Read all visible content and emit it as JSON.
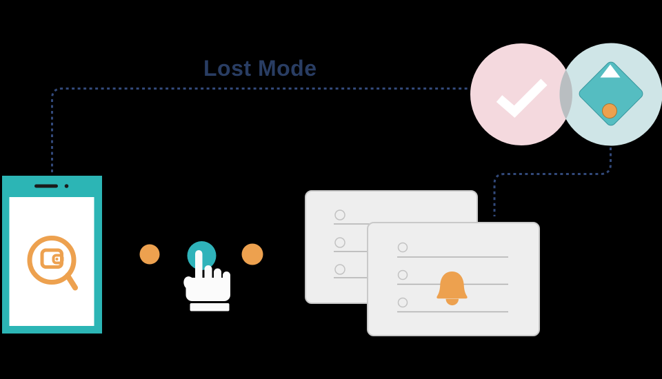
{
  "title": {
    "label": "Lost Mode"
  },
  "colors": {
    "background": "#000000",
    "title_text": "#293d63",
    "dotted_line": "#32497a",
    "phone_teal": "#2cb5b5",
    "screen_white": "#ffffff",
    "phone_detail_dark": "#1b1b1b",
    "tap_dot_teal": "#2fb3ba",
    "dot_orange": "#eda14f",
    "hand_white": "#fbfbfb",
    "card_fill": "#eeeeee",
    "card_border": "#c9c9c9",
    "row_line_gray": "#b0b0b0",
    "row_circle_gray": "#c2c2c2",
    "bell_orange": "#eda14f",
    "pink_circle": "#f4d9de",
    "light_teal_circle": "#cfe5e7",
    "overlap_gray": "#b9bec1",
    "check_white": "#ffffff",
    "diamond_teal": "#55bdc1",
    "diamond_stroke": "#35959c",
    "badge_dot_orange": "#eda14f",
    "badge_dot_stroke": "#a8742f"
  },
  "icons": {
    "phone_screen": "wallet-search-icon",
    "tap": "tap-hand-icon",
    "notification": "bell-icon",
    "verified": "checkmark-icon",
    "badge": "secure-badge-icon"
  },
  "structure": {
    "tap_dots_count": 3,
    "notification_cards_count": 2,
    "rows_per_card": 3,
    "venn_circles_count": 2
  }
}
